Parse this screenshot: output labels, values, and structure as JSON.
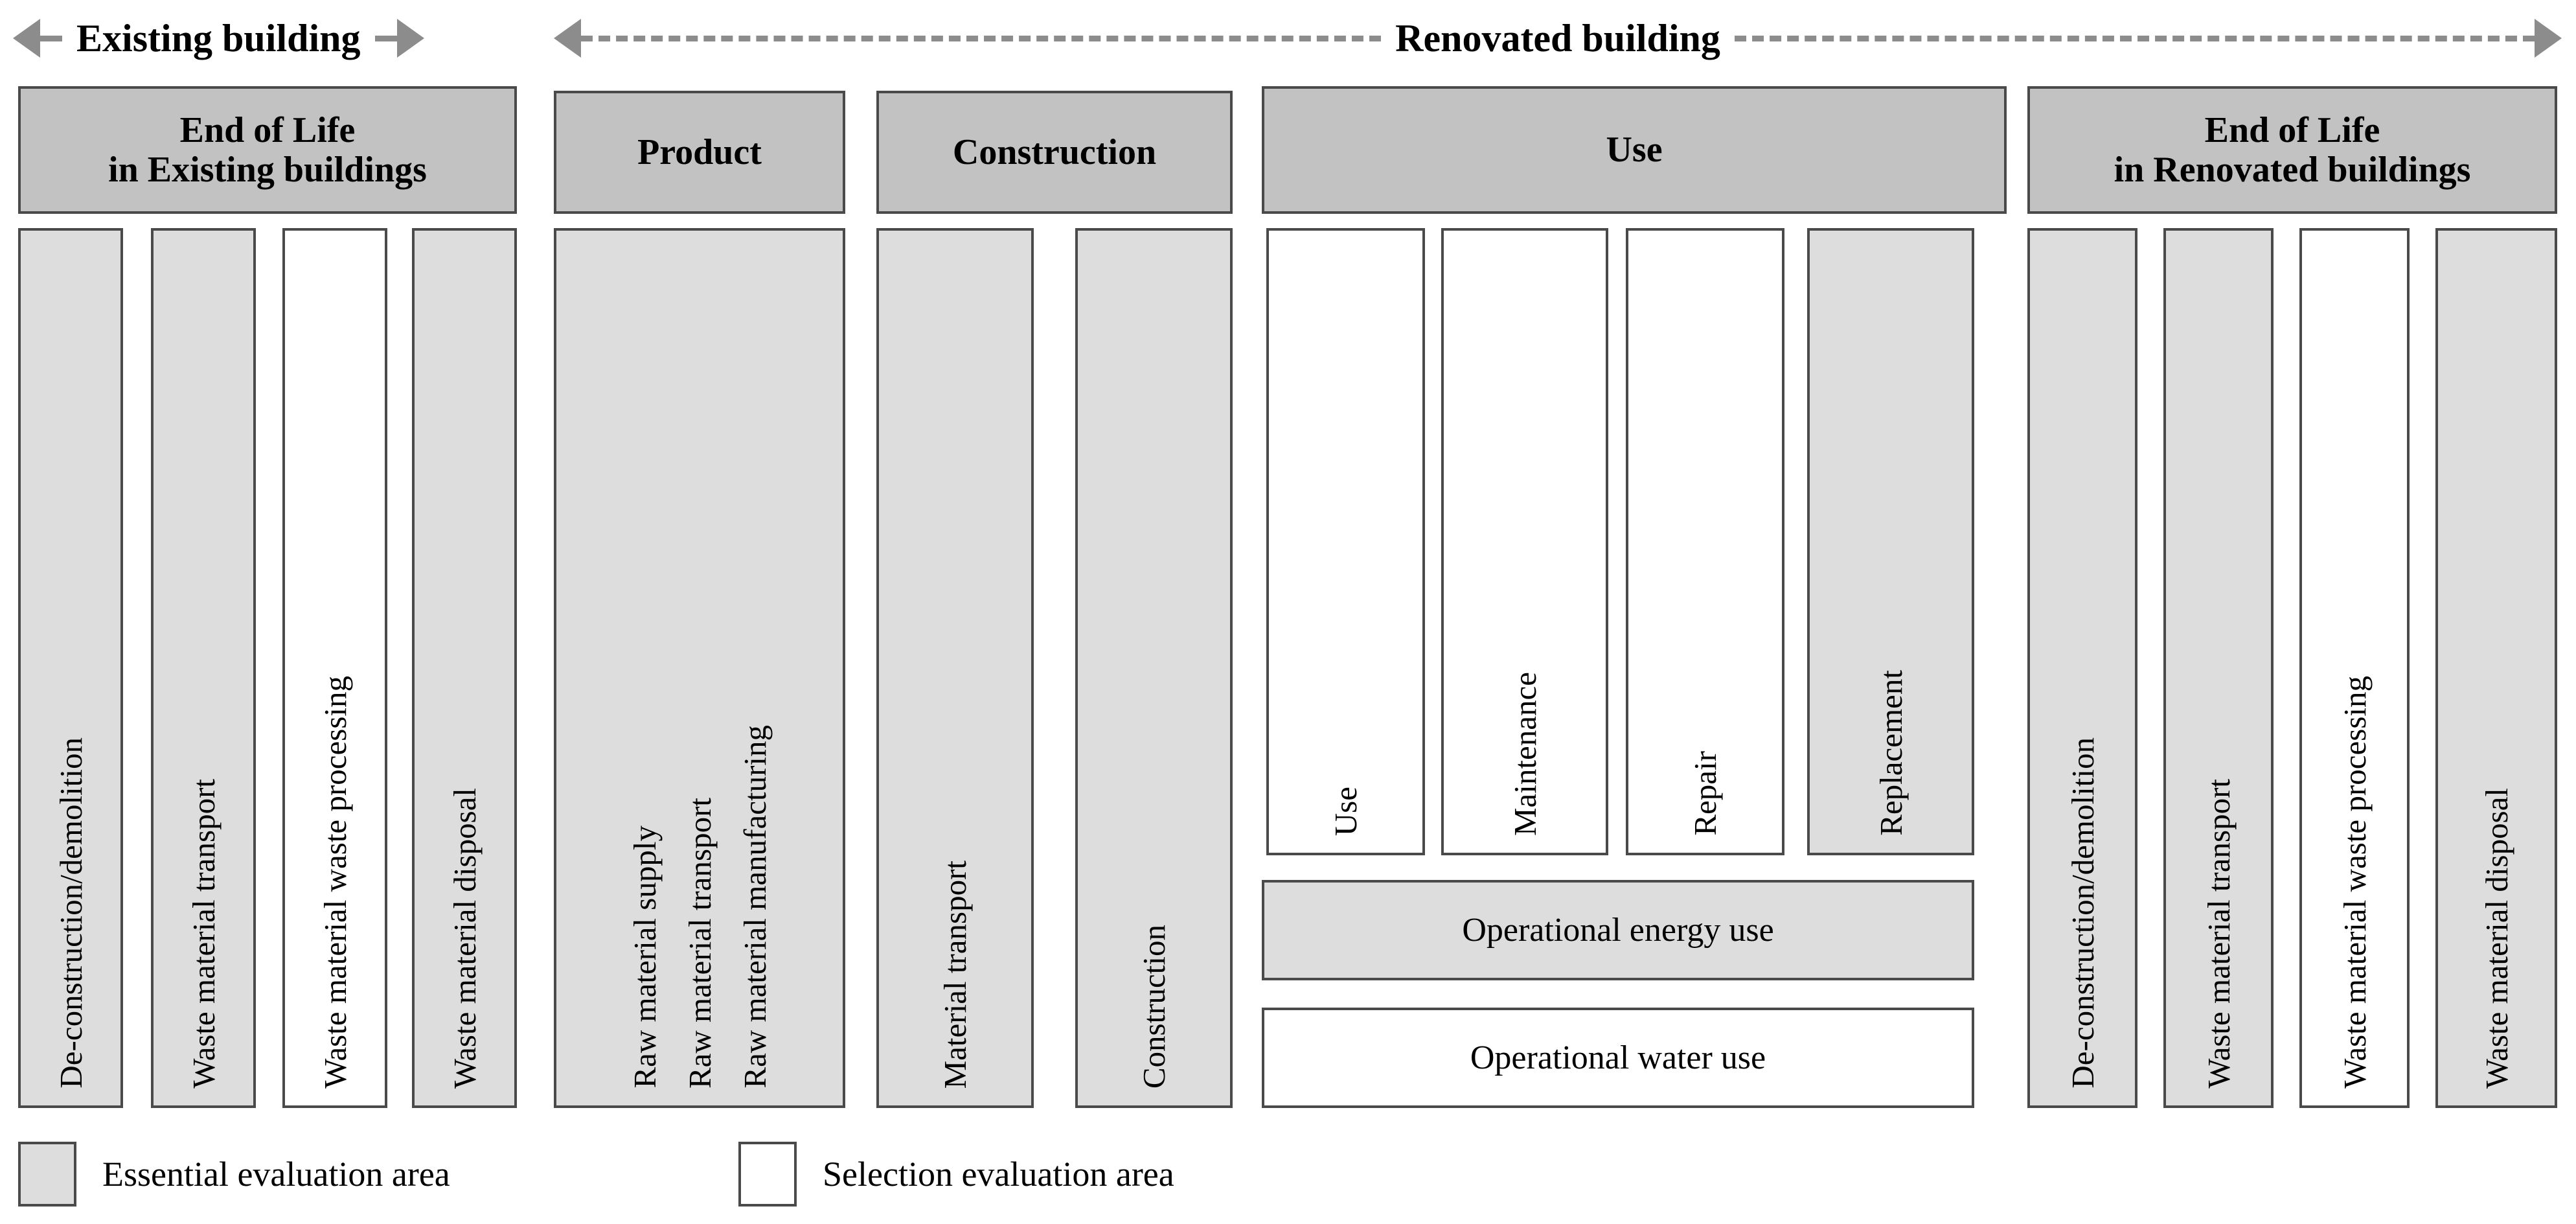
{
  "bands": [
    {
      "title": "Existing building"
    },
    {
      "title": "Renovated building"
    }
  ],
  "stages": [
    {
      "id": "eol-existing",
      "header": "End of Life\nin Existing buildings",
      "columns": [
        {
          "label": "De-construction/demolition",
          "type": "essential"
        },
        {
          "label": "Waste material  transport",
          "type": "essential"
        },
        {
          "label": "Waste material  waste processing",
          "type": "selection"
        },
        {
          "label": "Waste material disposal",
          "type": "essential"
        }
      ]
    },
    {
      "id": "product",
      "header": "Product",
      "columns": [
        {
          "label": "Raw material supply",
          "type": "essential"
        },
        {
          "label": "Raw material  transport",
          "type": "essential"
        },
        {
          "label": "Raw material manufacturing",
          "type": "essential"
        }
      ]
    },
    {
      "id": "construction",
      "header": "Construction",
      "columns": [
        {
          "label": "Material  transport",
          "type": "essential"
        },
        {
          "label": "Construction",
          "type": "essential"
        }
      ]
    },
    {
      "id": "use",
      "header": "Use",
      "columns": [
        {
          "label": "Use",
          "type": "selection"
        },
        {
          "label": "Maintenance",
          "type": "selection"
        },
        {
          "label": "Repair",
          "type": "selection"
        },
        {
          "label": "Replacement",
          "type": "essential"
        }
      ],
      "rows": [
        {
          "label": "Operational energy use",
          "type": "essential"
        },
        {
          "label": "Operational water use",
          "type": "selection"
        }
      ]
    },
    {
      "id": "eol-renovated",
      "header": "End of Life\nin Renovated buildings",
      "columns": [
        {
          "label": "De-construction/demolition",
          "type": "essential"
        },
        {
          "label": "Waste material  transport",
          "type": "essential"
        },
        {
          "label": "Waste material  waste processing",
          "type": "selection"
        },
        {
          "label": "Waste material  disposal",
          "type": "essential"
        }
      ]
    }
  ],
  "legend": [
    {
      "label": "Essential  evaluation  area",
      "type": "essential"
    },
    {
      "label": "Selection evaluation  area",
      "type": "selection"
    }
  ],
  "colors": {
    "header_fill": "#c2c2c2",
    "essential_fill": "#dddddd",
    "selection_fill": "#ffffff",
    "border": "#4a4a4a",
    "arrow": "#8c8c8c"
  }
}
